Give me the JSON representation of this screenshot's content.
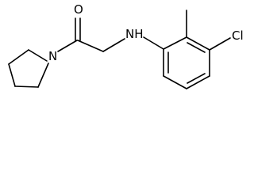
{
  "atom_labels": {
    "oxygen": "O",
    "ring_nitrogen": "N",
    "amine": "NH",
    "chlorine": "Cl"
  },
  "colors": {
    "bond": "#000000",
    "label": "#000000",
    "background": "#ffffff"
  }
}
